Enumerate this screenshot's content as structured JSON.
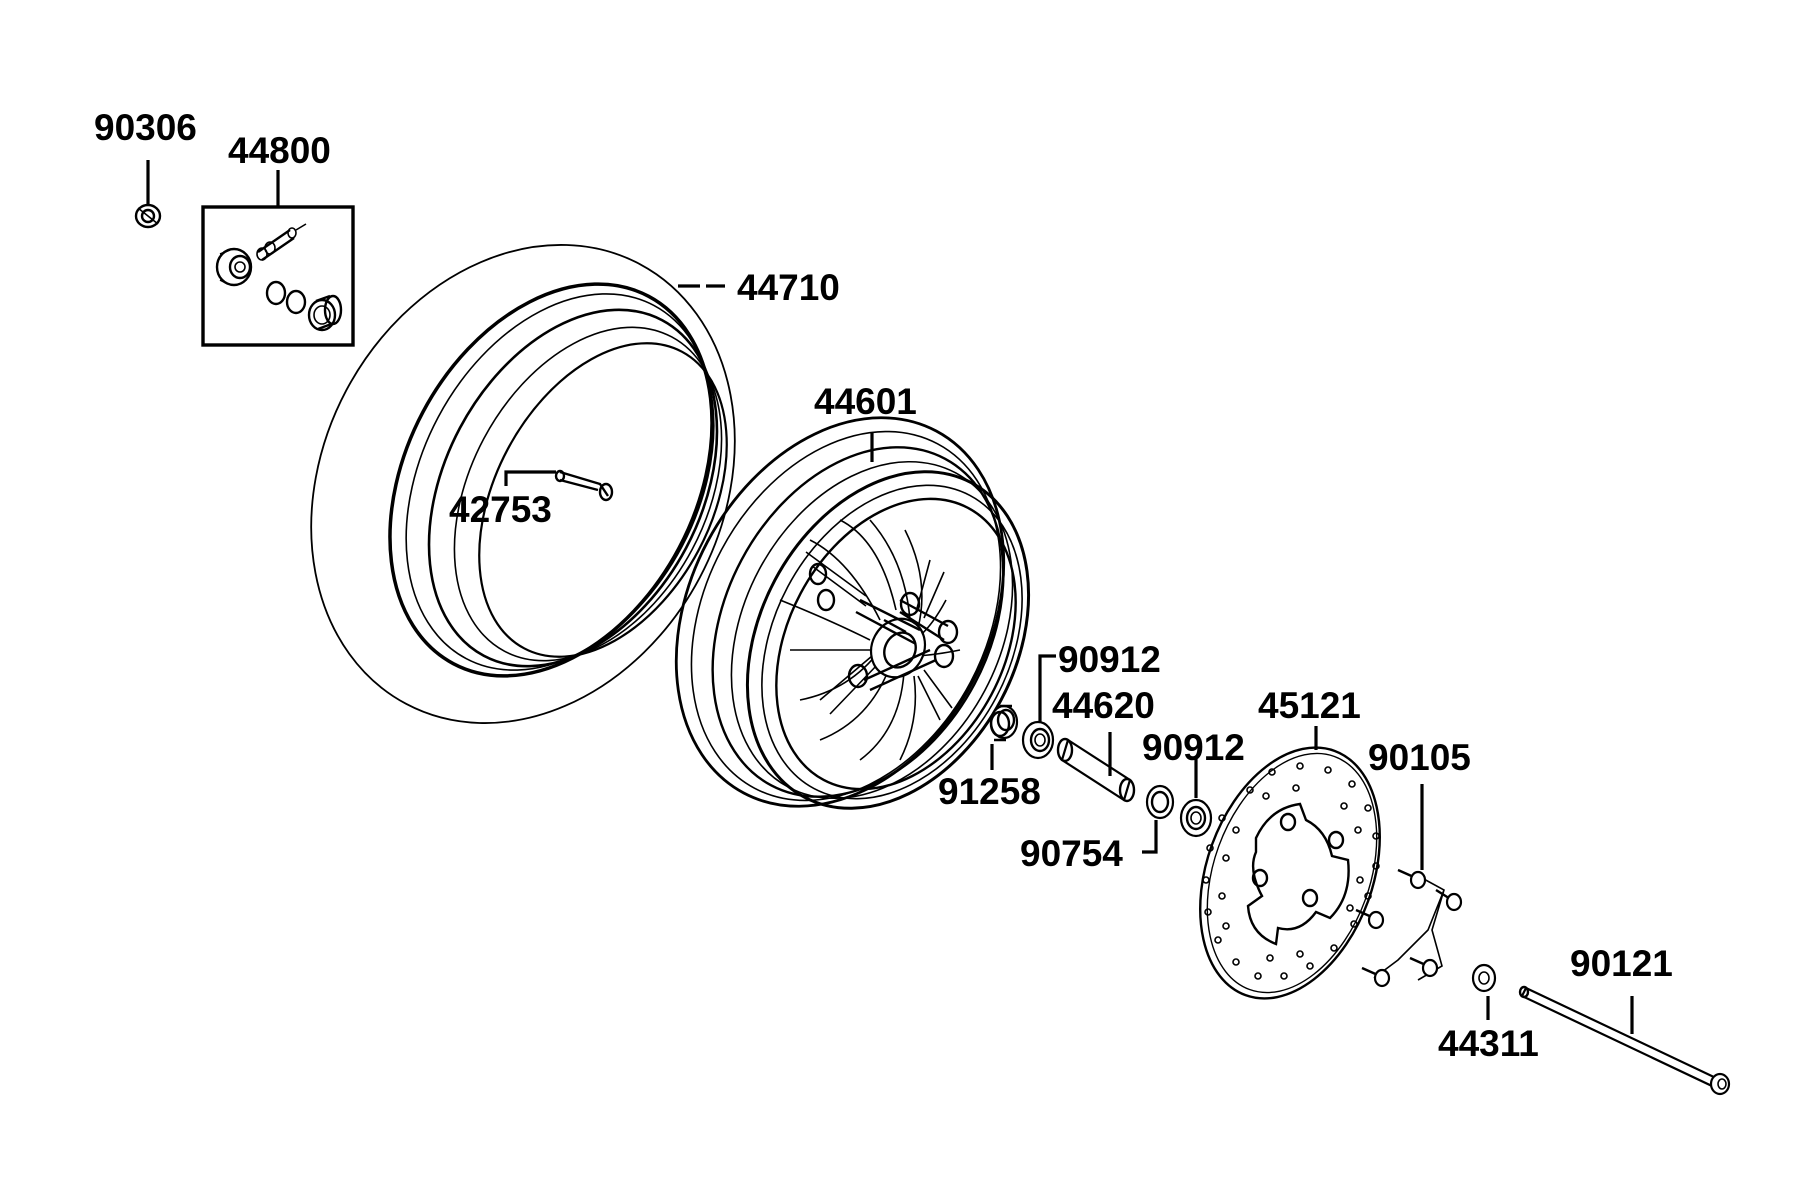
{
  "diagram": {
    "parts": [
      {
        "id": "p90306",
        "number": "90306"
      },
      {
        "id": "p44800",
        "number": "44800"
      },
      {
        "id": "p44710",
        "number": "44710"
      },
      {
        "id": "p42753",
        "number": "42753"
      },
      {
        "id": "p44601",
        "number": "44601"
      },
      {
        "id": "p90912a",
        "number": "90912"
      },
      {
        "id": "p44620",
        "number": "44620"
      },
      {
        "id": "p90912b",
        "number": "90912"
      },
      {
        "id": "p45121",
        "number": "45121"
      },
      {
        "id": "p90105",
        "number": "90105"
      },
      {
        "id": "p91258",
        "number": "91258"
      },
      {
        "id": "p90754",
        "number": "90754"
      },
      {
        "id": "p90121",
        "number": "90121"
      },
      {
        "id": "p44311",
        "number": "44311"
      }
    ]
  }
}
